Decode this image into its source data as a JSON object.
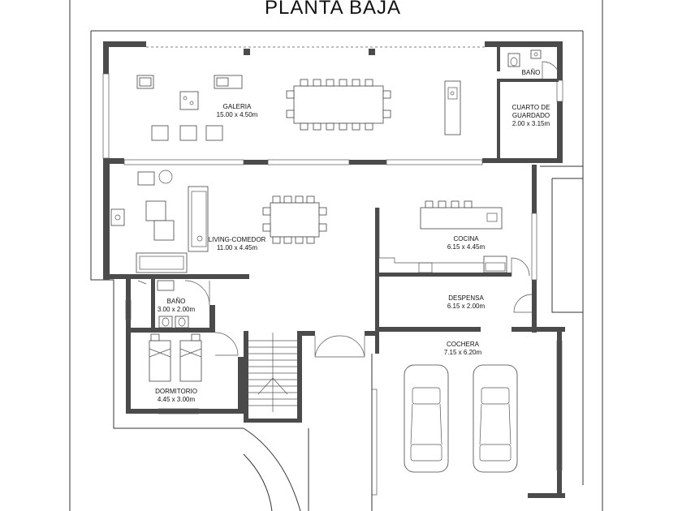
{
  "title": "PLANTA BAJA",
  "rooms": {
    "galeria": {
      "name": "GALERIA",
      "dims": "15.00 x 4.50m"
    },
    "bano_top": {
      "name": "BAÑO"
    },
    "cuarto_guardado": {
      "name_line1": "CUARTO DE",
      "name_line2": "GUARDADO",
      "dims": "2.00 x 3.15m"
    },
    "living": {
      "name": "LIVING-COMEDOR",
      "dims": "11.00 x 4.45m"
    },
    "cocina": {
      "name": "COCINA",
      "dims": "6.15 x 4.45m"
    },
    "despensa": {
      "name": "DESPENSA",
      "dims": "6.15 x 2.00m"
    },
    "bano_left": {
      "name": "BAÑO",
      "dims": "3.00 x 2.00m"
    },
    "dormitorio": {
      "name": "DORMITORIO",
      "dims": "4.45 x 3.00m"
    },
    "cochera": {
      "name": "COCHERA",
      "dims": "7.15 x 6.20m"
    }
  }
}
